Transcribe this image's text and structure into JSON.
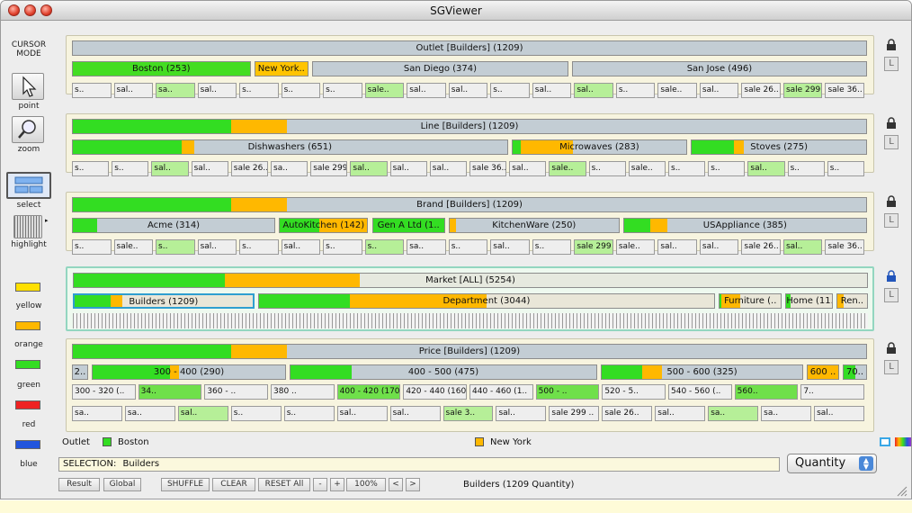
{
  "window": {
    "title": "SGViewer"
  },
  "tools": {
    "cursor_mode": "CURSOR MODE",
    "point": "point",
    "zoom": "zoom",
    "select": "select",
    "highlight": "highlight",
    "colors": [
      {
        "label": "yellow",
        "hex": "#ffe000"
      },
      {
        "label": "orange",
        "hex": "#ffb800"
      },
      {
        "label": "green",
        "hex": "#33dd22"
      },
      {
        "label": "red",
        "hex": "#ee2222"
      },
      {
        "label": "blue",
        "hex": "#2255dd"
      }
    ]
  },
  "panels": [
    {
      "id": "outlet",
      "active": false,
      "header": {
        "label": "Outlet [Builders] (1209)",
        "green": 0,
        "orange": 0
      },
      "mids": [
        {
          "label": "Boston (253)",
          "w": 0.23,
          "green": 1.0,
          "orange": 0,
          "solid": "#44dd22"
        },
        {
          "label": "New York..",
          "w": 0.07,
          "green": 0,
          "orange": 1.0,
          "solid": "#ffc400"
        },
        {
          "label": "San Diego (374)",
          "w": 0.33,
          "green": 0,
          "orange": 0
        },
        {
          "label": "San Jose (496)",
          "w": 0.38,
          "green": 0,
          "orange": 0
        }
      ],
      "cells": [
        "s..",
        "sal..",
        "sa..",
        "sal..",
        "s..",
        "s..",
        "s..",
        "sale..",
        "sal..",
        "sal..",
        "s..",
        "sal..",
        "sal..",
        "s..",
        "sale..",
        "sal..",
        "sale 26..",
        "sale 299 (..",
        "sale 36.."
      ]
    },
    {
      "id": "line",
      "active": false,
      "header": {
        "label": "Line [Builders] (1209)",
        "green": 0.2,
        "orange": 0.07
      },
      "mids": [
        {
          "label": "Dishwashers (651)",
          "w": 0.52,
          "green": 0.25,
          "orange": 0.03
        },
        {
          "label": "Microwaves (283)",
          "w": 0.21,
          "green": 0.05,
          "orange": 0.3
        },
        {
          "label": "Stoves (275)",
          "w": 0.21,
          "green": 0.24,
          "orange": 0.06
        }
      ],
      "cells": [
        "s..",
        "s..",
        "sal..",
        "sal..",
        "sale 26..",
        "sa..",
        "sale 299 (..",
        "sal..",
        "sal..",
        "sal..",
        "sale 36..",
        "sal..",
        "sale..",
        "s..",
        "sale..",
        "s..",
        "s..",
        "sal..",
        "s..",
        "s.."
      ]
    },
    {
      "id": "brand",
      "active": false,
      "header": {
        "label": "Brand [Builders] (1209)",
        "green": 0.2,
        "orange": 0.07
      },
      "mids": [
        {
          "label": "Acme (314)",
          "w": 0.25,
          "green": 0.12,
          "orange": 0
        },
        {
          "label": "AutoKitchen (142)",
          "w": 0.11,
          "green": 0.45,
          "orange": 0.55
        },
        {
          "label": "Gen A Ltd (1..",
          "w": 0.09,
          "green": 1.0,
          "orange": 0
        },
        {
          "label": "KitchenWare (250)",
          "w": 0.21,
          "green": 0,
          "orange": 0.04
        },
        {
          "label": "USAppliance (385)",
          "w": 0.3,
          "green": 0.11,
          "orange": 0.07
        }
      ],
      "cells": [
        "s..",
        "sale..",
        "s..",
        "sal..",
        "s..",
        "sal..",
        "s..",
        "s..",
        "sa..",
        "s..",
        "sal..",
        "s..",
        "sale 299 (..",
        "sale..",
        "sal..",
        "sal..",
        "sale 26..",
        "sal..",
        "sale 36.."
      ]
    },
    {
      "id": "market",
      "active": true,
      "header": {
        "label": "Market [ALL] (5254)",
        "green": 0.19,
        "orange": 0.17
      },
      "mids": [
        {
          "label": "Builders (1209)",
          "w": 0.23,
          "green": 0.2,
          "orange": 0.07,
          "selected": true
        },
        {
          "label": "Department (3044)",
          "w": 0.58,
          "green": 0.2,
          "orange": 0.3
        },
        {
          "label": "Furniture (..",
          "w": 0.08,
          "green": 0.03,
          "orange": 0.3
        },
        {
          "label": "Home (11..",
          "w": 0.06,
          "green": 0.1,
          "orange": 0
        },
        {
          "label": "Ren..",
          "w": 0.04,
          "green": 0,
          "orange": 0.2
        }
      ],
      "cells": []
    },
    {
      "id": "price",
      "active": false,
      "header": {
        "label": "Price [Builders] (1209)",
        "green": 0.2,
        "orange": 0.07
      },
      "mids": [
        {
          "label": "2..",
          "w": 0.02,
          "green": 0,
          "orange": 0
        },
        {
          "label": "300 - 400 (290)",
          "w": 0.24,
          "green": 0.4,
          "orange": 0.05
        },
        {
          "label": "400 - 500 (475)",
          "w": 0.38,
          "green": 0.2,
          "orange": 0
        },
        {
          "label": "500 - 600 (325)",
          "w": 0.25,
          "green": 0.2,
          "orange": 0.1
        },
        {
          "label": "600 ..",
          "w": 0.04,
          "green": 0,
          "orange": 1.0
        },
        {
          "label": "70..",
          "w": 0.03,
          "green": 0.5,
          "orange": 0
        }
      ],
      "subs": [
        "300 - 320 (..",
        "34..",
        "360 - ..",
        "380 ..",
        "400 - 420 (170)",
        "420 - 440 (160)",
        "440 - 460 (1..",
        "500 - ..",
        "520 - 5..",
        "540 - 560 (..",
        "560..",
        "7.."
      ],
      "cells": [
        "sa..",
        "sa..",
        "sal..",
        "s..",
        "s..",
        "sal..",
        "sal..",
        "sale 3..",
        "sal..",
        "sale 299 ..",
        "sale 26..",
        "sal..",
        "sa..",
        "sa..",
        "sal.."
      ]
    }
  ],
  "legend": {
    "prefix": "Outlet",
    "items": [
      {
        "label": "Boston",
        "hex": "#33dd22"
      },
      {
        "label": "New York",
        "hex": "#ffb800"
      }
    ]
  },
  "selection": {
    "label": "SELECTION:",
    "value": "Builders"
  },
  "measure": {
    "value": "Quantity"
  },
  "bottom": {
    "buttons": [
      "Result",
      "Global",
      "SHUFFLE",
      "CLEAR",
      "RESET All",
      "-",
      "+",
      "100%",
      "<",
      ">"
    ],
    "status": "Builders (1209 Quantity)"
  }
}
